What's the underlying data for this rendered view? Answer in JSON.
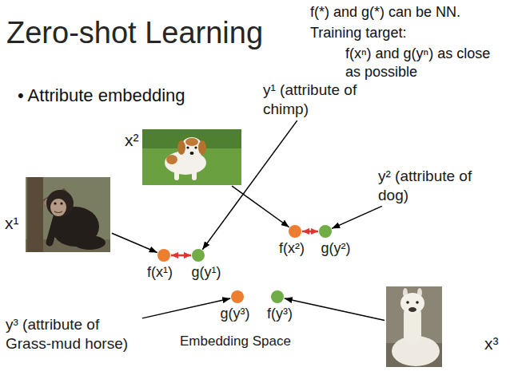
{
  "diagram": {
    "title": "Zero-shot Learning",
    "nodes": [
      {
        "text": [
          "y¹ (attribute of chimp)"
        ]
      },
      {
        "text": [
          "x²"
        ]
      },
      {
        "text": [
          "y² (attribute of dog)"
        ]
      },
      {
        "text": [
          "x¹"
        ]
      },
      {
        "text": [
          "Embedding Space"
        ]
      },
      {
        "text": [
          "f(x²)"
        ],
        "in": 4
      },
      {
        "text": [
          "g(y²)"
        ],
        "in": 4
      },
      {
        "text": [
          "f(x¹)"
        ],
        "in": 4
      },
      {
        "text": [
          "g(y¹)"
        ],
        "in": 4
      },
      {
        "text": [
          "g(y³)"
        ],
        "in": 4
      },
      {
        "text": [
          "f(y³)"
        ],
        "in": 4
      },
      {
        "text": [
          "x³"
        ]
      },
      {
        "text": [
          "y³ (attribute of Grass-mud horse)"
        ]
      }
    ],
    "edges": [
      {
        "from": 3,
        "to": 7,
        "arrow": "to"
      },
      {
        "from": 1,
        "to": 5,
        "arrow": "to"
      },
      {
        "from": 0,
        "to": 8,
        "arrow": "to"
      },
      {
        "from": 2,
        "to": 6,
        "arrow": "to"
      },
      {
        "from": 12,
        "to": 9,
        "arrow": "to"
      },
      {
        "from": 11,
        "to": 10,
        "arrow": "to"
      },
      {
        "from": 7,
        "to": 8,
        "arrow": "both"
      },
      {
        "from": 5,
        "to": 6,
        "arrow": "both"
      }
    ],
    "labels": [
      "• Attribute embedding",
      "f(*) and g(*) can be NN.",
      "Training target:",
      "f(xⁿ) and g(yⁿ) as close as possible"
    ]
  }
}
